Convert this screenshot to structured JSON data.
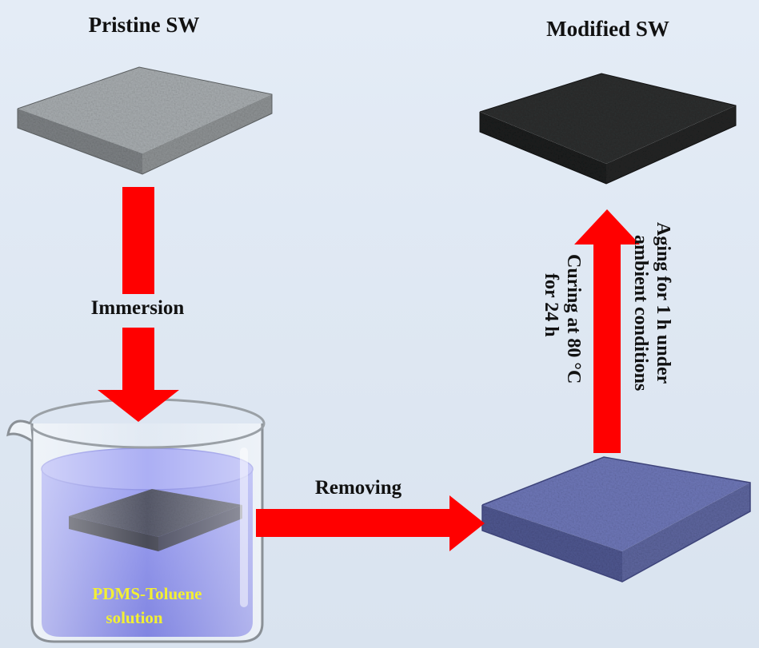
{
  "labels": {
    "pristine": "Pristine  SW",
    "modified": "Modified SW",
    "immersion": "Immersion",
    "removing": "Removing",
    "aging_line1": "Aging for 1 h under",
    "aging_line2": "ambient conditions",
    "curing_line1": "Curing at 80 °C",
    "curing_line2": "for 24 h",
    "solution_line1": "PDMS-Toluene",
    "solution_line2": "solution"
  },
  "colors": {
    "arrow": "#ff0000",
    "pristine_top": "#a8adb0",
    "modified_top": "#2d2f2f",
    "coated_top": "#6e77b8",
    "solution": "#7b7fe6",
    "solution_text": "#f3f033"
  }
}
